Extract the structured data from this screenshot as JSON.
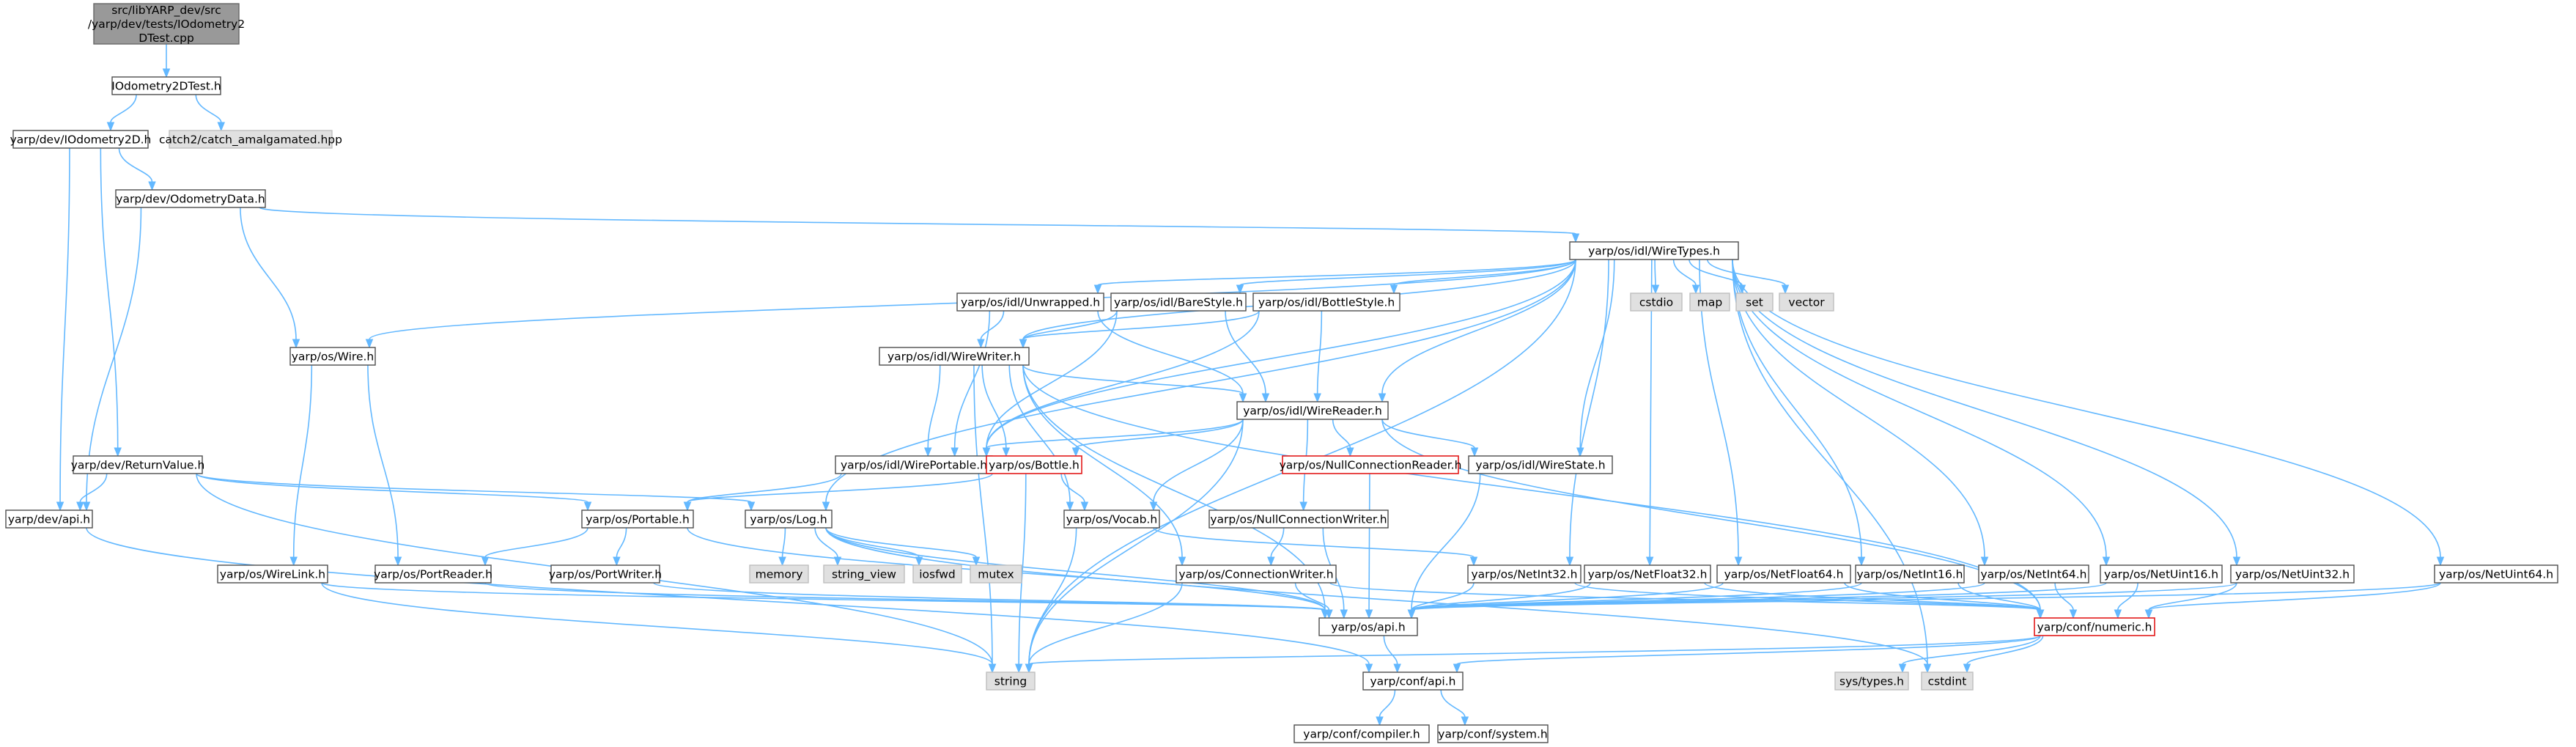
{
  "graph": {
    "nodes": [
      {
        "id": "root",
        "lines": [
          "src/libYARP_dev/src",
          "/yarp/dev/tests/IOdometry2",
          "DTest.cpp"
        ],
        "kind": "root"
      },
      {
        "id": "iodo_test",
        "lines": [
          "IOdometry2DTest.h"
        ],
        "kind": "plain"
      },
      {
        "id": "catch2",
        "lines": [
          "catch2/catch_amalgamated.hpp"
        ],
        "kind": "std"
      },
      {
        "id": "iodo2d",
        "lines": [
          "yarp/dev/IOdometry2D.h"
        ],
        "kind": "plain"
      },
      {
        "id": "odomdata",
        "lines": [
          "yarp/dev/OdometryData.h"
        ],
        "kind": "plain"
      },
      {
        "id": "wiretypes",
        "lines": [
          "yarp/os/idl/WireTypes.h"
        ],
        "kind": "plain"
      },
      {
        "id": "cstdio",
        "lines": [
          "cstdio"
        ],
        "kind": "std"
      },
      {
        "id": "map",
        "lines": [
          "map"
        ],
        "kind": "std"
      },
      {
        "id": "set",
        "lines": [
          "set"
        ],
        "kind": "std"
      },
      {
        "id": "vector",
        "lines": [
          "vector"
        ],
        "kind": "std"
      },
      {
        "id": "unwrapped",
        "lines": [
          "yarp/os/idl/Unwrapped.h"
        ],
        "kind": "plain"
      },
      {
        "id": "barestyle",
        "lines": [
          "yarp/os/idl/BareStyle.h"
        ],
        "kind": "plain"
      },
      {
        "id": "bottlestyle",
        "lines": [
          "yarp/os/idl/BottleStyle.h"
        ],
        "kind": "plain"
      },
      {
        "id": "wire",
        "lines": [
          "yarp/os/Wire.h"
        ],
        "kind": "plain"
      },
      {
        "id": "wirewriter",
        "lines": [
          "yarp/os/idl/WireWriter.h"
        ],
        "kind": "plain"
      },
      {
        "id": "wirereader",
        "lines": [
          "yarp/os/idl/WireReader.h"
        ],
        "kind": "plain"
      },
      {
        "id": "returnvalue",
        "lines": [
          "yarp/dev/ReturnValue.h"
        ],
        "kind": "plain"
      },
      {
        "id": "wireportable",
        "lines": [
          "yarp/os/idl/WirePortable.h"
        ],
        "kind": "plain"
      },
      {
        "id": "bottle",
        "lines": [
          "yarp/os/Bottle.h"
        ],
        "kind": "hilite"
      },
      {
        "id": "nullconnreader",
        "lines": [
          "yarp/os/NullConnectionReader.h"
        ],
        "kind": "hilite"
      },
      {
        "id": "wirestate",
        "lines": [
          "yarp/os/idl/WireState.h"
        ],
        "kind": "plain"
      },
      {
        "id": "devapi",
        "lines": [
          "yarp/dev/api.h"
        ],
        "kind": "plain"
      },
      {
        "id": "portable",
        "lines": [
          "yarp/os/Portable.h"
        ],
        "kind": "plain"
      },
      {
        "id": "log",
        "lines": [
          "yarp/os/Log.h"
        ],
        "kind": "plain"
      },
      {
        "id": "vocab",
        "lines": [
          "yarp/os/Vocab.h"
        ],
        "kind": "plain"
      },
      {
        "id": "nullconnwriter",
        "lines": [
          "yarp/os/NullConnectionWriter.h"
        ],
        "kind": "plain"
      },
      {
        "id": "memory",
        "lines": [
          "memory"
        ],
        "kind": "std"
      },
      {
        "id": "string_view",
        "lines": [
          "string_view"
        ],
        "kind": "std"
      },
      {
        "id": "iosfwd",
        "lines": [
          "iosfwd"
        ],
        "kind": "std"
      },
      {
        "id": "mutex",
        "lines": [
          "mutex"
        ],
        "kind": "std"
      },
      {
        "id": "wirelink",
        "lines": [
          "yarp/os/WireLink.h"
        ],
        "kind": "plain"
      },
      {
        "id": "portreader",
        "lines": [
          "yarp/os/PortReader.h"
        ],
        "kind": "plain"
      },
      {
        "id": "portwriter",
        "lines": [
          "yarp/os/PortWriter.h"
        ],
        "kind": "plain"
      },
      {
        "id": "connwriter",
        "lines": [
          "yarp/os/ConnectionWriter.h"
        ],
        "kind": "plain"
      },
      {
        "id": "netint32",
        "lines": [
          "yarp/os/NetInt32.h"
        ],
        "kind": "plain"
      },
      {
        "id": "netfloat32",
        "lines": [
          "yarp/os/NetFloat32.h"
        ],
        "kind": "plain"
      },
      {
        "id": "netfloat64",
        "lines": [
          "yarp/os/NetFloat64.h"
        ],
        "kind": "plain"
      },
      {
        "id": "netint16",
        "lines": [
          "yarp/os/NetInt16.h"
        ],
        "kind": "plain"
      },
      {
        "id": "netint64",
        "lines": [
          "yarp/os/NetInt64.h"
        ],
        "kind": "plain"
      },
      {
        "id": "netuint16",
        "lines": [
          "yarp/os/NetUint16.h"
        ],
        "kind": "plain"
      },
      {
        "id": "netuint32",
        "lines": [
          "yarp/os/NetUint32.h"
        ],
        "kind": "plain"
      },
      {
        "id": "netuint64",
        "lines": [
          "yarp/os/NetUint64.h"
        ],
        "kind": "plain"
      },
      {
        "id": "osapi",
        "lines": [
          "yarp/os/api.h"
        ],
        "kind": "plain"
      },
      {
        "id": "confnumeric",
        "lines": [
          "yarp/conf/numeric.h"
        ],
        "kind": "hilite"
      },
      {
        "id": "string",
        "lines": [
          "string"
        ],
        "kind": "std"
      },
      {
        "id": "confapi",
        "lines": [
          "yarp/conf/api.h"
        ],
        "kind": "plain"
      },
      {
        "id": "systypes",
        "lines": [
          "sys/types.h"
        ],
        "kind": "std"
      },
      {
        "id": "cstdint",
        "lines": [
          "cstdint"
        ],
        "kind": "std"
      },
      {
        "id": "compiler",
        "lines": [
          "yarp/conf/compiler.h"
        ],
        "kind": "plain"
      },
      {
        "id": "system",
        "lines": [
          "yarp/conf/system.h"
        ],
        "kind": "plain"
      }
    ]
  }
}
